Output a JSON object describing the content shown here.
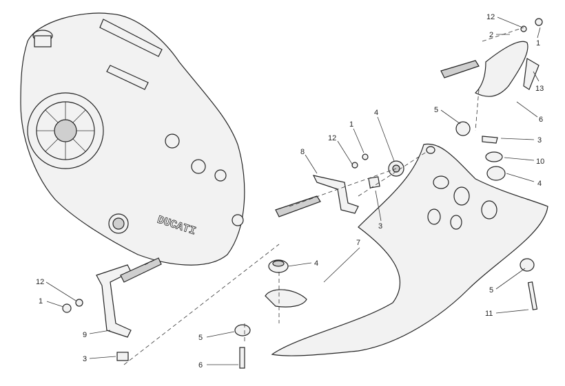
{
  "diagram": {
    "callouts": [
      {
        "id": "c12-top",
        "text": "12"
      },
      {
        "id": "c2-top",
        "text": "2"
      },
      {
        "id": "c1-top",
        "text": "1"
      },
      {
        "id": "c13",
        "text": "13"
      },
      {
        "id": "c5-top",
        "text": "5"
      },
      {
        "id": "c6-right",
        "text": "6"
      },
      {
        "id": "c3-right",
        "text": "3"
      },
      {
        "id": "c10",
        "text": "10"
      },
      {
        "id": "c4-right",
        "text": "4"
      },
      {
        "id": "c8",
        "text": "8"
      },
      {
        "id": "c12-mid",
        "text": "12"
      },
      {
        "id": "c1-mid",
        "text": "1"
      },
      {
        "id": "c4-mid",
        "text": "4"
      },
      {
        "id": "c3-mid",
        "text": "3"
      },
      {
        "id": "c7",
        "text": "7"
      },
      {
        "id": "c4-center",
        "text": "4"
      },
      {
        "id": "c5-right",
        "text": "5"
      },
      {
        "id": "c11",
        "text": "11"
      },
      {
        "id": "c12-left",
        "text": "12"
      },
      {
        "id": "c1-left",
        "text": "1"
      },
      {
        "id": "c9",
        "text": "9"
      },
      {
        "id": "c3-left",
        "text": "3"
      },
      {
        "id": "c5-bottom",
        "text": "5"
      },
      {
        "id": "c6-bottom",
        "text": "6"
      }
    ],
    "logo_text": "DUCATI"
  }
}
